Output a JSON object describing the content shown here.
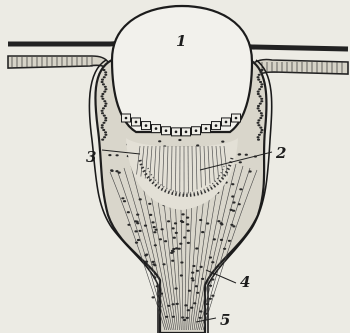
{
  "labels": [
    "1",
    "2",
    "3",
    "4",
    "5"
  ],
  "colors": {
    "background": "#ecebe4",
    "ink": "#1c1c1c",
    "tissue": "#d9d6cb",
    "membrane": "#2a2a2a"
  }
}
